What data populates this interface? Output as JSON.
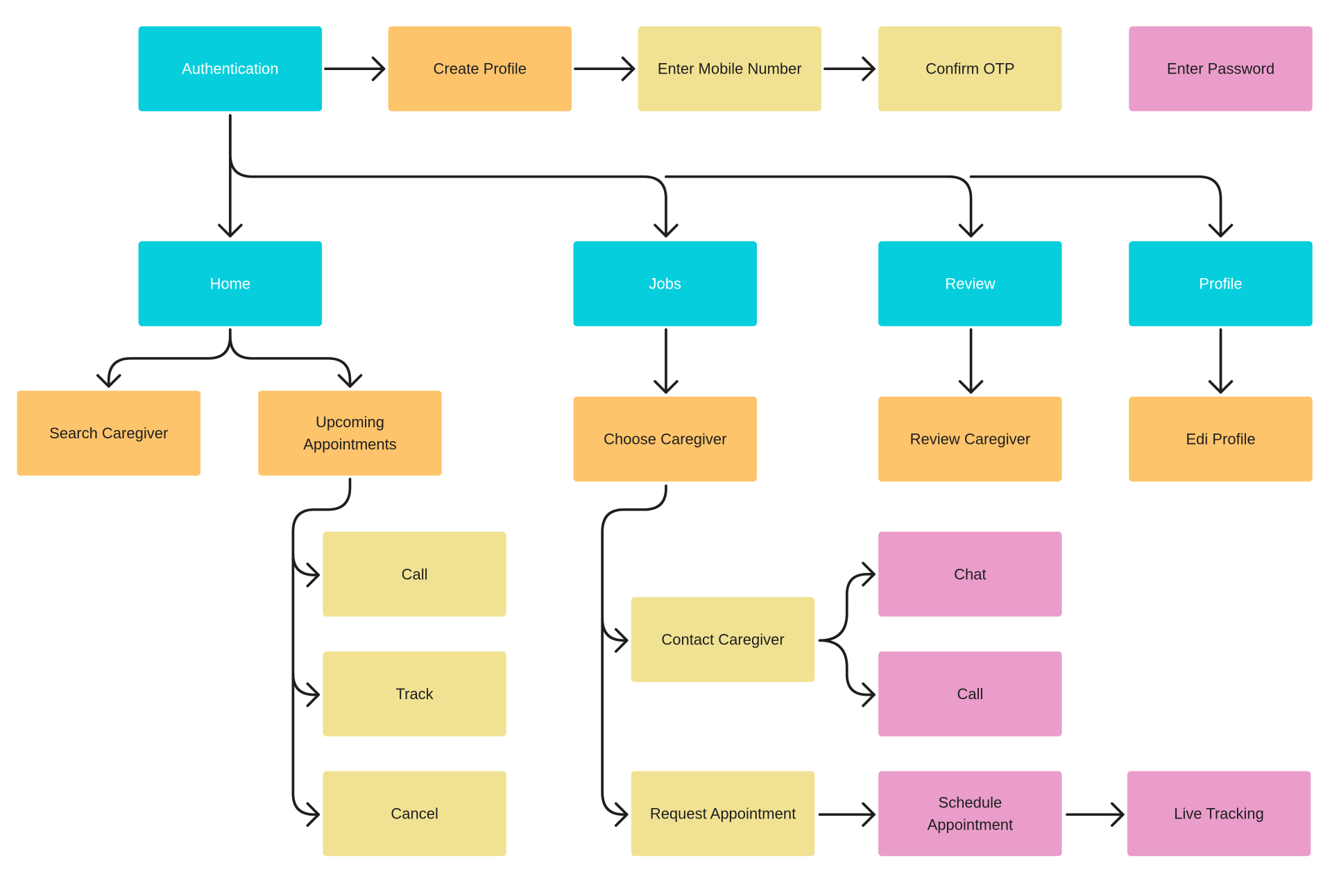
{
  "colors": {
    "section": "#06CEDC",
    "screen": "#FDC46C",
    "step": "#F1E293",
    "action": "#EA9DCB",
    "connector": "#1E1E1E",
    "text_dark": "#1E1E1E",
    "text_light": "#FFFFFF"
  },
  "nodes": [
    {
      "id": "authentication",
      "role": "section",
      "lines": [
        "Authentication"
      ]
    },
    {
      "id": "create-profile",
      "role": "screen",
      "lines": [
        "Create Profile"
      ]
    },
    {
      "id": "enter-mobile-number",
      "role": "step",
      "lines": [
        "Enter Mobile Number"
      ]
    },
    {
      "id": "confirm-otp",
      "role": "step",
      "lines": [
        "Confirm OTP"
      ]
    },
    {
      "id": "enter-password",
      "role": "action",
      "lines": [
        "Enter Password"
      ]
    },
    {
      "id": "home",
      "role": "section",
      "lines": [
        "Home"
      ]
    },
    {
      "id": "jobs",
      "role": "section",
      "lines": [
        "Jobs"
      ]
    },
    {
      "id": "review",
      "role": "section",
      "lines": [
        "Review"
      ]
    },
    {
      "id": "profile",
      "role": "section",
      "lines": [
        "Profile"
      ]
    },
    {
      "id": "search-caregiver",
      "role": "screen",
      "lines": [
        "Search Caregiver"
      ]
    },
    {
      "id": "upcoming-appointments",
      "role": "screen",
      "lines": [
        "Upcoming",
        "Appointments"
      ]
    },
    {
      "id": "choose-caregiver",
      "role": "screen",
      "lines": [
        "Choose Caregiver"
      ]
    },
    {
      "id": "review-caregiver",
      "role": "screen",
      "lines": [
        "Review Caregiver"
      ]
    },
    {
      "id": "edit-profile",
      "role": "screen",
      "lines": [
        "Edi Profile"
      ]
    },
    {
      "id": "appointment-call",
      "role": "step",
      "lines": [
        "Call"
      ]
    },
    {
      "id": "track",
      "role": "step",
      "lines": [
        "Track"
      ]
    },
    {
      "id": "cancel",
      "role": "step",
      "lines": [
        "Cancel"
      ]
    },
    {
      "id": "contact-caregiver",
      "role": "step",
      "lines": [
        "Contact Caregiver"
      ]
    },
    {
      "id": "request-appointment",
      "role": "step",
      "lines": [
        "Request Appointment"
      ]
    },
    {
      "id": "chat",
      "role": "action",
      "lines": [
        "Chat"
      ]
    },
    {
      "id": "caregiver-call",
      "role": "action",
      "lines": [
        "Call"
      ]
    },
    {
      "id": "schedule-appointment",
      "role": "action",
      "lines": [
        "Schedule",
        "Appointment"
      ]
    },
    {
      "id": "live-tracking",
      "role": "action",
      "lines": [
        "Live Tracking"
      ]
    }
  ],
  "edges": [
    {
      "from": "authentication",
      "to": "create-profile"
    },
    {
      "from": "create-profile",
      "to": "enter-mobile-number"
    },
    {
      "from": "enter-mobile-number",
      "to": "confirm-otp"
    },
    {
      "from": "authentication",
      "to": "home"
    },
    {
      "from": "authentication",
      "to": "jobs"
    },
    {
      "from": "authentication",
      "to": "review"
    },
    {
      "from": "authentication",
      "to": "profile"
    },
    {
      "from": "home",
      "to": "search-caregiver"
    },
    {
      "from": "home",
      "to": "upcoming-appointments"
    },
    {
      "from": "jobs",
      "to": "choose-caregiver"
    },
    {
      "from": "review",
      "to": "review-caregiver"
    },
    {
      "from": "profile",
      "to": "edit-profile"
    },
    {
      "from": "upcoming-appointments",
      "to": "appointment-call"
    },
    {
      "from": "upcoming-appointments",
      "to": "track"
    },
    {
      "from": "upcoming-appointments",
      "to": "cancel"
    },
    {
      "from": "choose-caregiver",
      "to": "contact-caregiver"
    },
    {
      "from": "choose-caregiver",
      "to": "request-appointment"
    },
    {
      "from": "contact-caregiver",
      "to": "chat"
    },
    {
      "from": "contact-caregiver",
      "to": "caregiver-call"
    },
    {
      "from": "request-appointment",
      "to": "schedule-appointment"
    },
    {
      "from": "schedule-appointment",
      "to": "live-tracking"
    }
  ]
}
